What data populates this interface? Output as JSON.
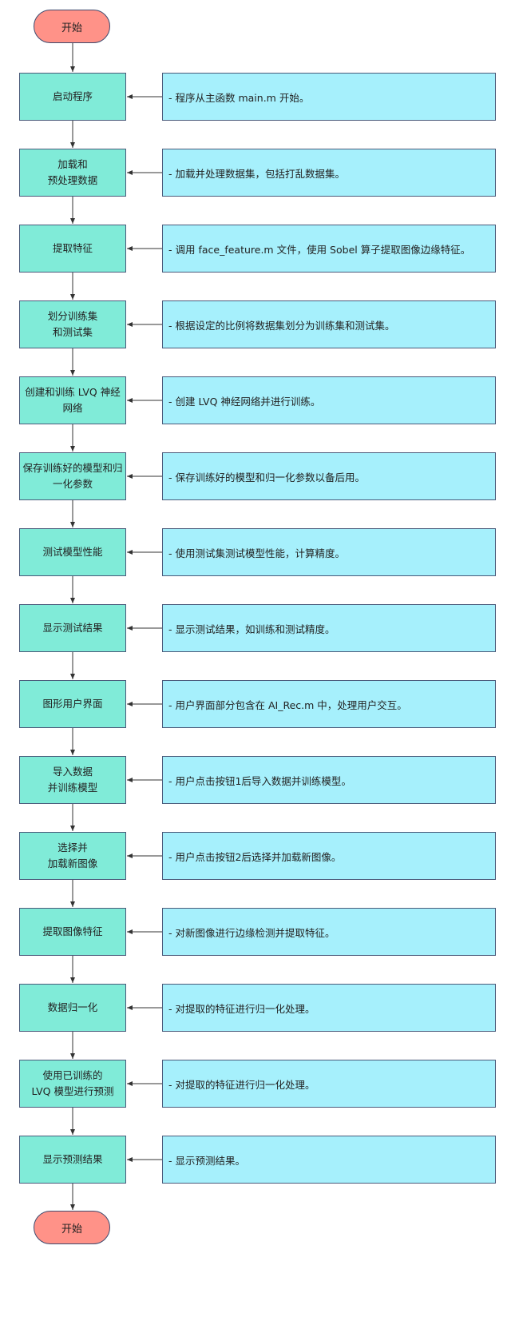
{
  "start_label": "开始",
  "end_label": "开始",
  "steps": [
    {
      "label": "启动程序",
      "note": "- 程序从主函数 main.m 开始。"
    },
    {
      "label": "加载和\n预处理数据",
      "note": "- 加载并处理数据集，包括打乱数据集。"
    },
    {
      "label": "提取特征",
      "note": "- 调用 face_feature.m 文件，使用 Sobel 算子提取图像边缘特征。"
    },
    {
      "label": "划分训练集\n和测试集",
      "note": "- 根据设定的比例将数据集划分为训练集和测试集。"
    },
    {
      "label": "创建和训练 LVQ 神经\n网络",
      "note": "- 创建 LVQ 神经网络并进行训练。"
    },
    {
      "label": "保存训练好的模型和归\n一化参数",
      "note": "- 保存训练好的模型和归一化参数以备后用。"
    },
    {
      "label": "测试模型性能",
      "note": "- 使用测试集测试模型性能，计算精度。"
    },
    {
      "label": "显示测试结果",
      "note": "- 显示测试结果，如训练和测试精度。"
    },
    {
      "label": "图形用户界面",
      "note": "- 用户界面部分包含在 AI_Rec.m 中，处理用户交互。"
    },
    {
      "label": "导入数据\n并训练模型",
      "note": "- 用户点击按钮1后导入数据并训练模型。"
    },
    {
      "label": "选择并\n加载新图像",
      "note": "- 用户点击按钮2后选择并加载新图像。"
    },
    {
      "label": "提取图像特征",
      "note": "- 对新图像进行边缘检测并提取特征。"
    },
    {
      "label": "数据归一化",
      "note": "- 对提取的特征进行归一化处理。"
    },
    {
      "label": "使用已训练的\nLVQ 模型进行预测",
      "note": "- 对提取的特征进行归一化处理。"
    },
    {
      "label": "显示预测结果",
      "note": "- 显示预测结果。"
    }
  ],
  "colors": {
    "terminal": "#FF9288",
    "step": "#80EBD8",
    "note": "#A6F0FC",
    "line": "#333333"
  }
}
